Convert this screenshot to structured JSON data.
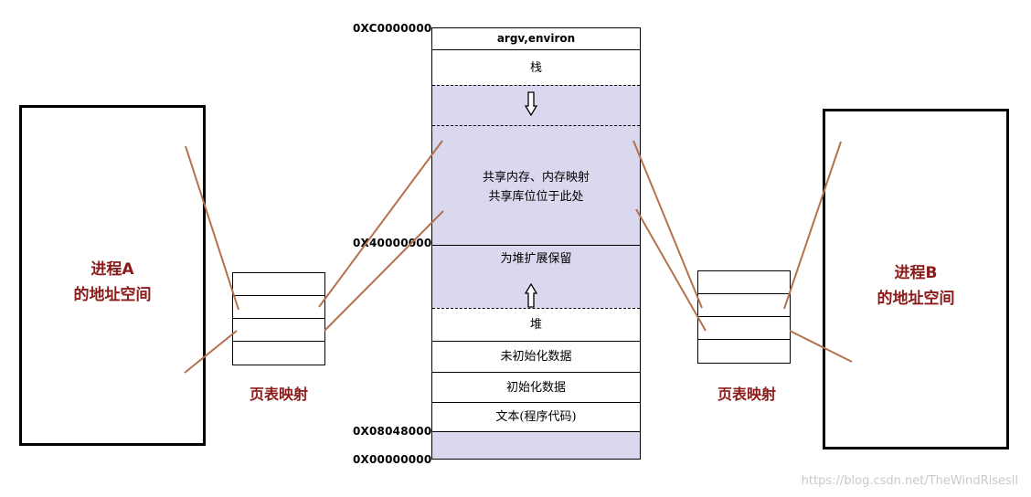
{
  "process_a": {
    "line1": "进程A",
    "line2": "的地址空间"
  },
  "process_b": {
    "line1": "进程B",
    "line2": "的地址空间"
  },
  "page_table_left": {
    "caption": "页表映射"
  },
  "page_table_right": {
    "caption": "页表映射"
  },
  "memory": {
    "segments": {
      "args": "argv,environ",
      "stack": "栈",
      "shared_line1": "共享内存、内存映射",
      "shared_line2": "共享库位位于此处",
      "heap_reserve": "为堆扩展保留",
      "heap": "堆",
      "bss": "未初始化数据",
      "data": "初始化数据",
      "text": "文本(程序代码)"
    },
    "addresses": {
      "top": "0XC0000000",
      "mid": "0X40000000",
      "text_start": "0X08048000",
      "bottom": "0X00000000"
    },
    "shade_color": "#d9d8ef"
  },
  "arrows": {
    "stack_growth": "down-arrow-icon",
    "heap_growth": "up-arrow-icon"
  },
  "watermark": "https://blog.csdn.net/TheWindRisesll",
  "colors": {
    "label": "#8b1a1a",
    "mapping_line": "#b5704e"
  }
}
